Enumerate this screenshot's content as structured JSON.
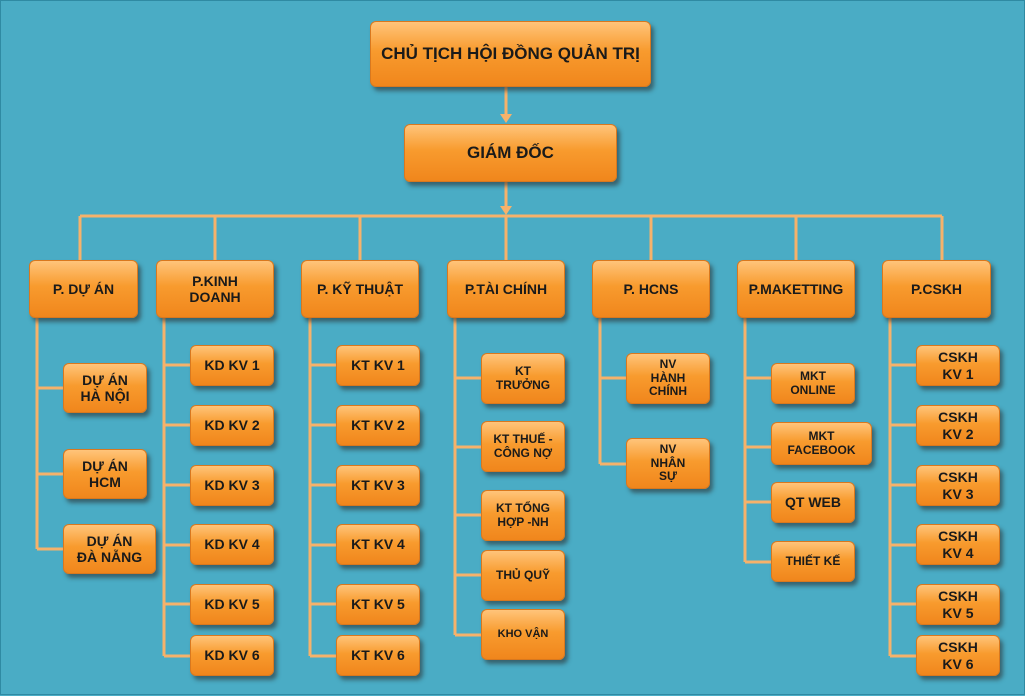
{
  "chairman": "CHỦ TỊCH HỘI ĐỒNG QUẢN TRỊ",
  "director": "GIÁM ĐỐC",
  "departments": [
    {
      "name": "P. DỰ ÁN",
      "units": [
        "DỰ ÁN\nHÀ NỘI",
        "DỰ ÁN\nHCM",
        "DỰ ÁN\nĐÀ NẴNG"
      ]
    },
    {
      "name": "P.KINH\nDOANH",
      "units": [
        "KD KV 1",
        "KD KV 2",
        "KD KV 3",
        "KD KV 4",
        "KD KV 5",
        "KD KV 6"
      ]
    },
    {
      "name": "P. KỸ THUẬT",
      "units": [
        "KT KV 1",
        "KT KV 2",
        "KT KV 3",
        "KT KV 4",
        "KT KV 5",
        "KT KV 6"
      ]
    },
    {
      "name": "P.TÀI CHÍNH",
      "units": [
        "KT\nTRƯỞNG",
        "KT THUẾ -\nCÔNG NỢ",
        "KT TỔNG\nHỢP -NH",
        "THỦ QUỸ",
        "KHO VẬN"
      ]
    },
    {
      "name": "P. HCNS",
      "units": [
        "NV\nHÀNH\nCHÍNH",
        "NV\nNHÂN\nSỰ"
      ]
    },
    {
      "name": "P.MAKETTING",
      "units": [
        "MKT\nONLINE",
        "MKT\nFACEBOOK",
        "QT WEB",
        "THIẾT KẾ"
      ]
    },
    {
      "name": "P.CSKH",
      "units": [
        "CSKH\nKV 1",
        "CSKH\nKV 2",
        "CSKH\nKV 3",
        "CSKH\nKV 4",
        "CSKH\nKV 5",
        "CSKH\nKV 6"
      ]
    }
  ],
  "colors": {
    "background": "#4aacc5",
    "box_fill": "#f89b2e",
    "connector": "#f6b26b"
  }
}
